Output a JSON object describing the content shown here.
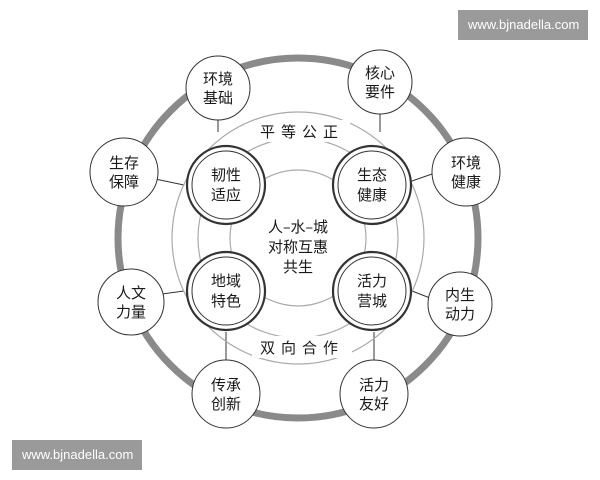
{
  "watermark": {
    "top": "www.bjnadella.com",
    "bottom": "www.bjnadella.com"
  },
  "center": [
    "人–水–城",
    "对称互惠",
    "共生"
  ],
  "arc_top": "平等公正",
  "arc_bottom": "双向合作",
  "inner_nodes": [
    {
      "lines": [
        "韧性",
        "适应"
      ]
    },
    {
      "lines": [
        "生态",
        "健康"
      ]
    },
    {
      "lines": [
        "地域",
        "特色"
      ]
    },
    {
      "lines": [
        "活力",
        "营城"
      ]
    }
  ],
  "outer_nodes": [
    {
      "lines": [
        "环境",
        "基础"
      ]
    },
    {
      "lines": [
        "核心",
        "要件"
      ]
    },
    {
      "lines": [
        "环境",
        "健康"
      ]
    },
    {
      "lines": [
        "内生",
        "动力"
      ]
    },
    {
      "lines": [
        "活力",
        "友好"
      ]
    },
    {
      "lines": [
        "传承",
        "创新"
      ]
    },
    {
      "lines": [
        "人文",
        "力量"
      ]
    },
    {
      "lines": [
        "生存",
        "保障"
      ]
    }
  ],
  "colors": {
    "ring": "#8a8a8a",
    "stroke": "#333333",
    "thin": "#aaaaaa"
  }
}
